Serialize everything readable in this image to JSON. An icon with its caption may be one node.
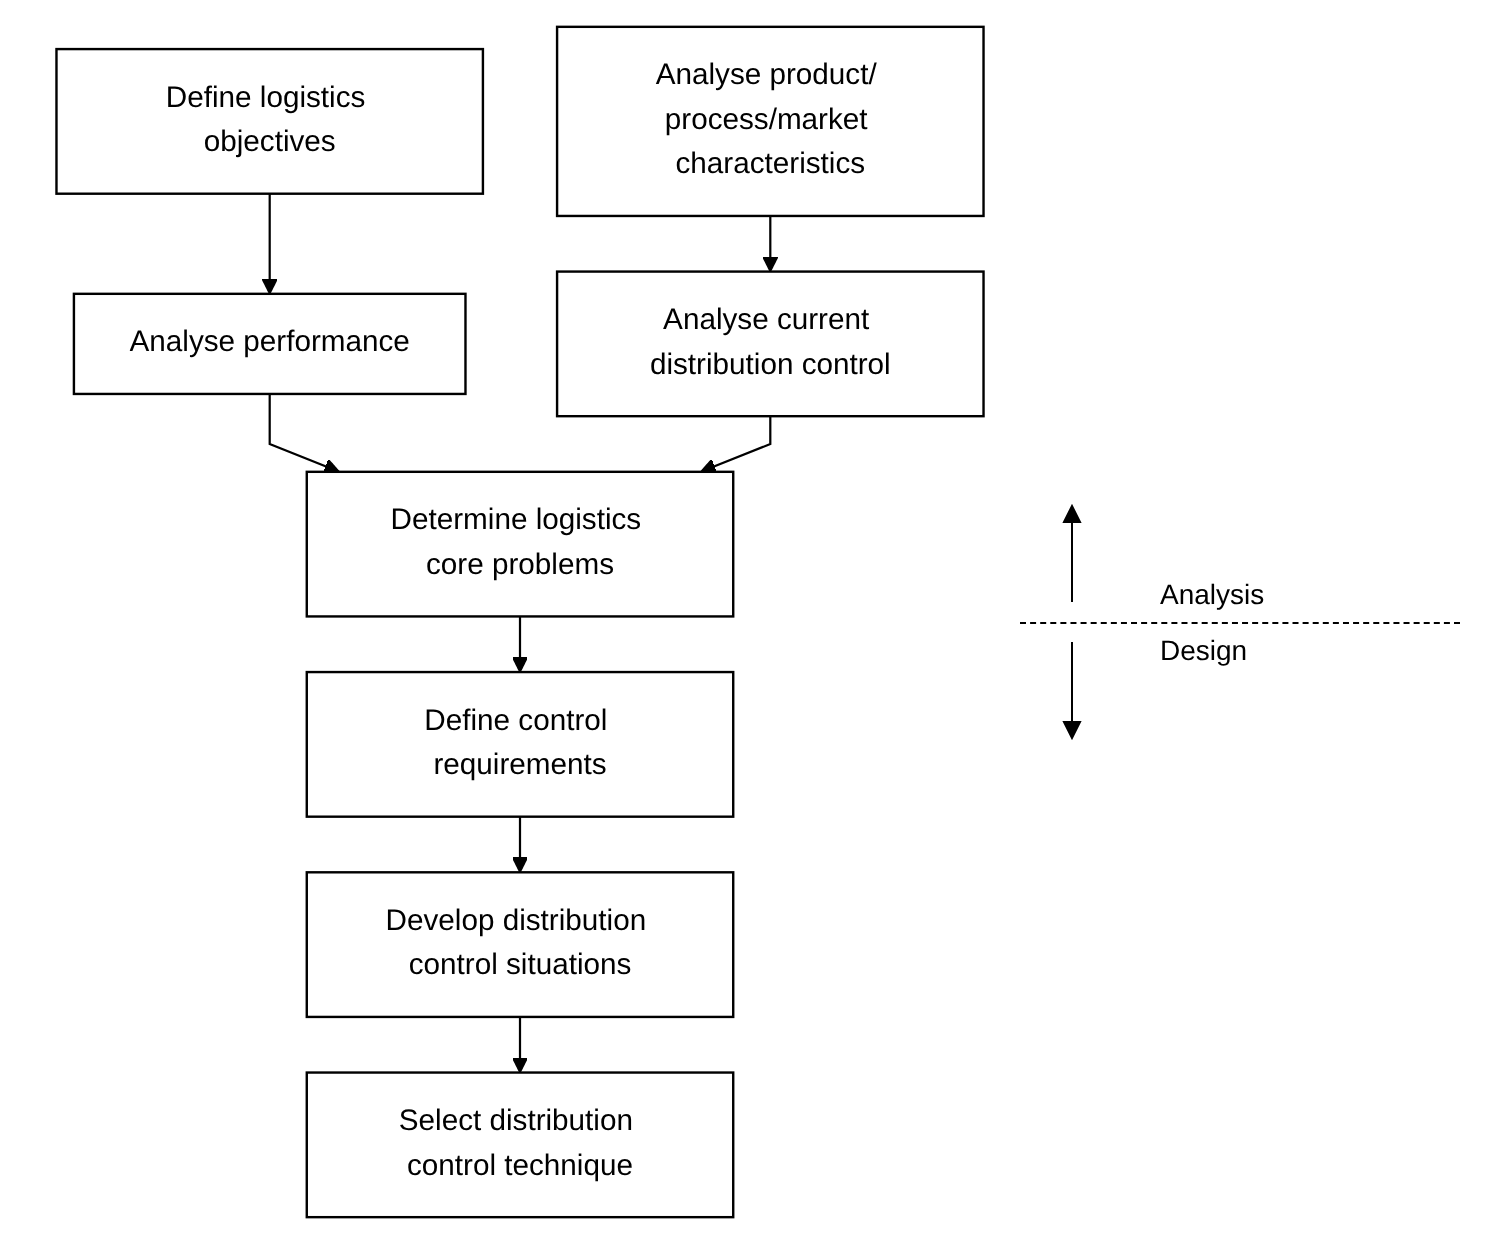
{
  "diagram": {
    "nodes": [
      {
        "text": [
          "Define logistics objectives"
        ]
      },
      {
        "text": [
          "Analyse product/ process/market characteristics"
        ]
      },
      {
        "text": [
          "Analyse performance"
        ]
      },
      {
        "text": [
          "Analyse current distribution control"
        ]
      },
      {
        "text": [
          "Determine logistics core problems"
        ]
      },
      {
        "text": [
          "Define control requirements"
        ]
      },
      {
        "text": [
          "Develop distribution control situations"
        ]
      },
      {
        "text": [
          "Select distribution control technique"
        ]
      }
    ],
    "edges": [
      {
        "from": 0,
        "to": 2,
        "arrow": "to"
      },
      {
        "from": 1,
        "to": 3,
        "arrow": "to"
      },
      {
        "from": 2,
        "to": 4,
        "arrow": "to"
      },
      {
        "from": 3,
        "to": 4,
        "arrow": "to"
      },
      {
        "from": 4,
        "to": 5,
        "arrow": "to"
      },
      {
        "from": 5,
        "to": 6,
        "arrow": "to"
      },
      {
        "from": 6,
        "to": 7,
        "arrow": "to"
      }
    ],
    "labels": [
      "Analysis",
      "Design"
    ]
  }
}
